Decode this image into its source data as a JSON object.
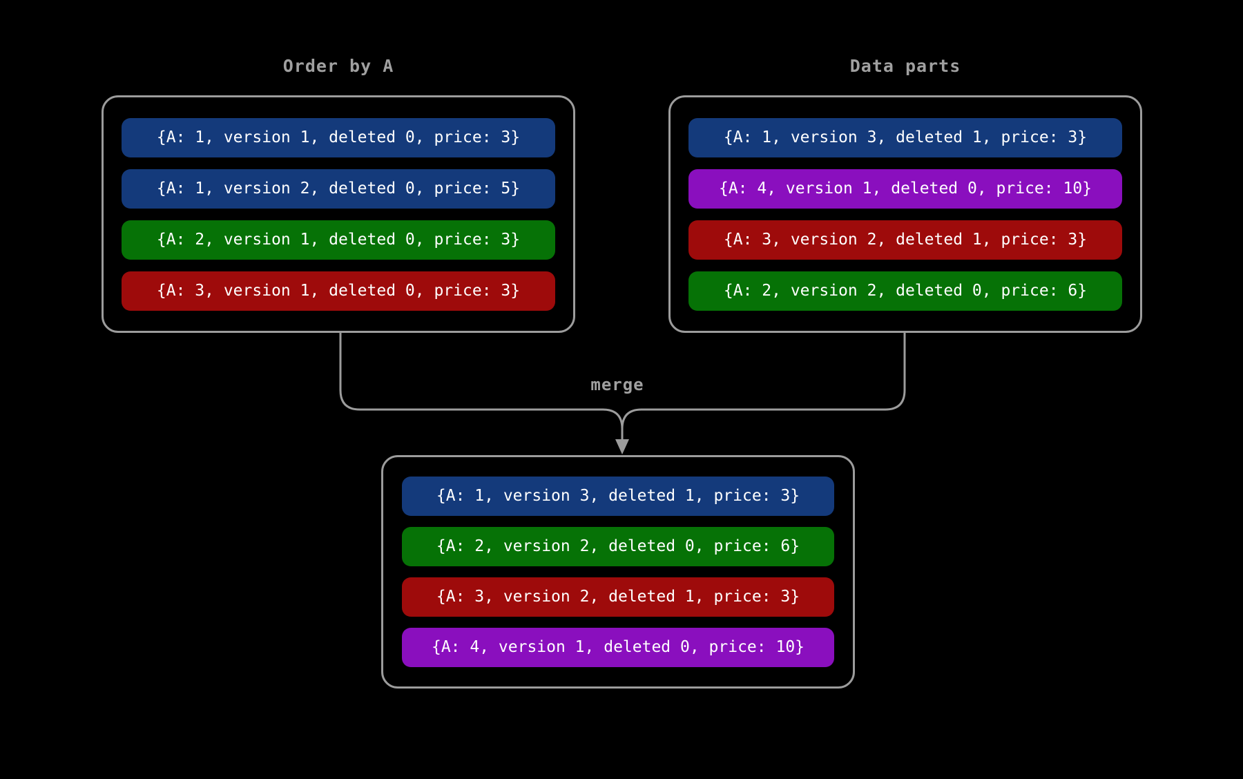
{
  "canvas": {
    "background": "#000000",
    "line_color": "#9c9c9c",
    "label_color": "#a0a0a0",
    "row_text_color": "#ffffff"
  },
  "colors": {
    "blue": "#143a7b",
    "green": "#067206",
    "red": "#9e0b0b",
    "purple": "#8a0fbe"
  },
  "merge_label": "merge",
  "left_panel": {
    "title": "Order by A",
    "rows": [
      {
        "text": "{A: 1, version 1, deleted 0, price: 3}",
        "color": "blue"
      },
      {
        "text": "{A: 1, version 2, deleted 0, price: 5}",
        "color": "blue"
      },
      {
        "text": "{A: 2, version 1, deleted 0, price: 3}",
        "color": "green"
      },
      {
        "text": "{A: 3, version 1, deleted 0, price: 3}",
        "color": "red"
      }
    ]
  },
  "right_panel": {
    "title": "Data parts",
    "rows": [
      {
        "text": "{A: 1, version 3, deleted 1, price: 3}",
        "color": "blue"
      },
      {
        "text": "{A: 4, version 1, deleted 0, price: 10}",
        "color": "purple"
      },
      {
        "text": "{A: 3, version 2, deleted 1, price: 3}",
        "color": "red"
      },
      {
        "text": "{A: 2, version 2, deleted 0, price: 6}",
        "color": "green"
      }
    ]
  },
  "merged_panel": {
    "rows": [
      {
        "text": "{A: 1, version 3, deleted 1, price: 3}",
        "color": "blue"
      },
      {
        "text": "{A: 2, version 2, deleted 0, price: 6}",
        "color": "green"
      },
      {
        "text": "{A: 3, version 2, deleted 1, price: 3}",
        "color": "red"
      },
      {
        "text": "{A: 4, version 1, deleted 0, price: 10}",
        "color": "purple"
      }
    ]
  }
}
